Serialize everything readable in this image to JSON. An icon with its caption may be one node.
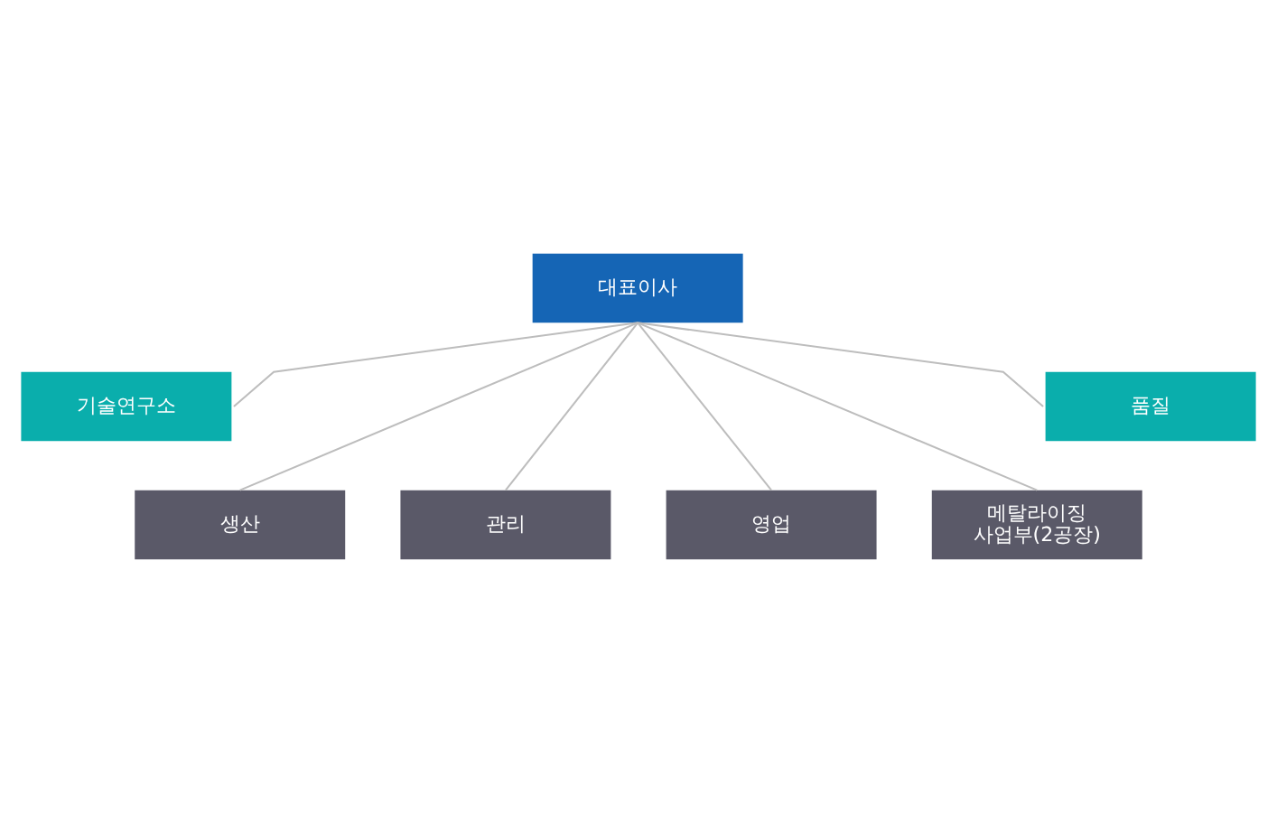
{
  "diagram": {
    "nodes": [
      {
        "text": [
          "대표이사"
        ]
      },
      {
        "text": [
          "기술연구소"
        ]
      },
      {
        "text": [
          "품질"
        ]
      },
      {
        "text": [
          "생산"
        ]
      },
      {
        "text": [
          "관리"
        ]
      },
      {
        "text": [
          "영업"
        ]
      },
      {
        "text": [
          "메탈라이징 사업부(2공장)"
        ]
      }
    ],
    "edges": [
      {
        "from": 0,
        "to": 1,
        "arrow": "none"
      },
      {
        "from": 0,
        "to": 3,
        "arrow": "none"
      },
      {
        "from": 0,
        "to": 4,
        "arrow": "none"
      },
      {
        "from": 0,
        "to": 5,
        "arrow": "none"
      },
      {
        "from": 0,
        "to": 6,
        "arrow": "none"
      },
      {
        "from": 0,
        "to": 2,
        "arrow": "none"
      }
    ]
  }
}
